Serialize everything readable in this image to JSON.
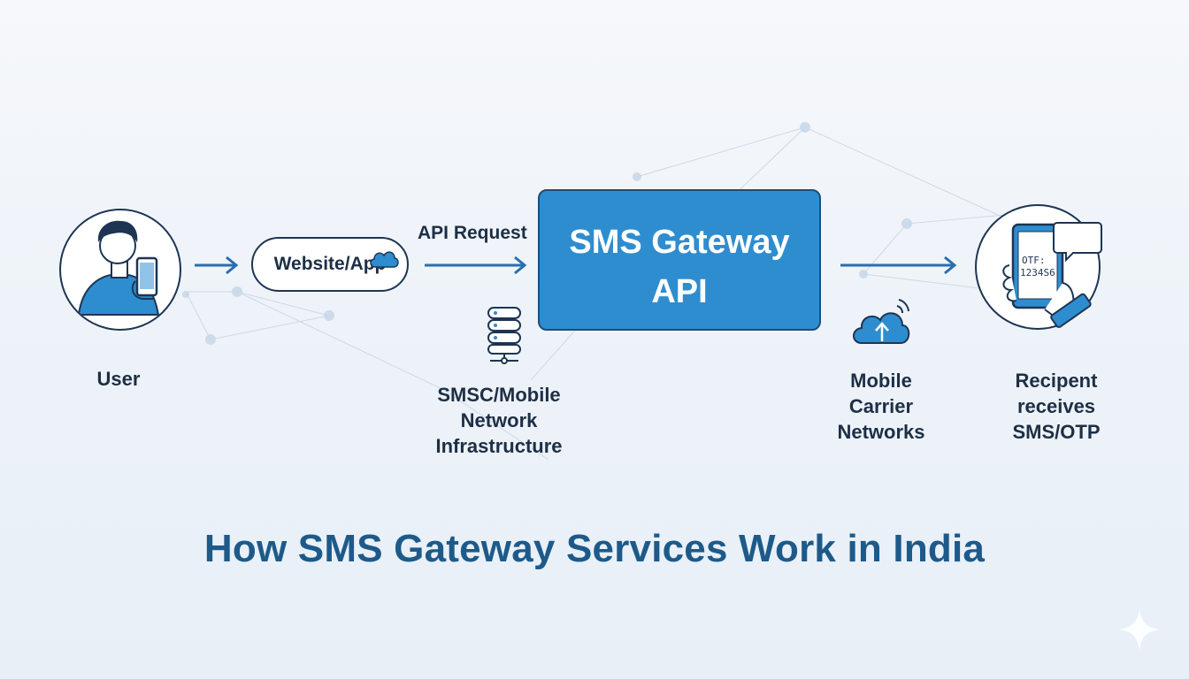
{
  "colors": {
    "accent": "#2e8dcf",
    "dark": "#1d3553",
    "title": "#1d5a8a",
    "arrow": "#2a6eb0"
  },
  "nodes": {
    "user": {
      "label": "User",
      "icon": "user-with-phone-icon"
    },
    "website": {
      "label": "Website/App",
      "icon": "cloud-icon"
    },
    "api_request": {
      "label": "API Request"
    },
    "gateway": {
      "label": "SMS Gateway\nAPI"
    },
    "smsc": {
      "label": "SMSC/Mobile\nNetwork\nInfrastructure",
      "icon": "server-stack-icon"
    },
    "carrier": {
      "label": "Mobile\nCarrier\nNetworks",
      "icon": "cloud-upload-signal-icon"
    },
    "recipient": {
      "label": "Recipent\nreceives\nSMS/OTP",
      "icon": "phone-in-hand-otp-icon",
      "otp_text_1": "OTF:",
      "otp_text_2": "1234S6"
    }
  },
  "title": "How SMS Gateway Services Work in India"
}
